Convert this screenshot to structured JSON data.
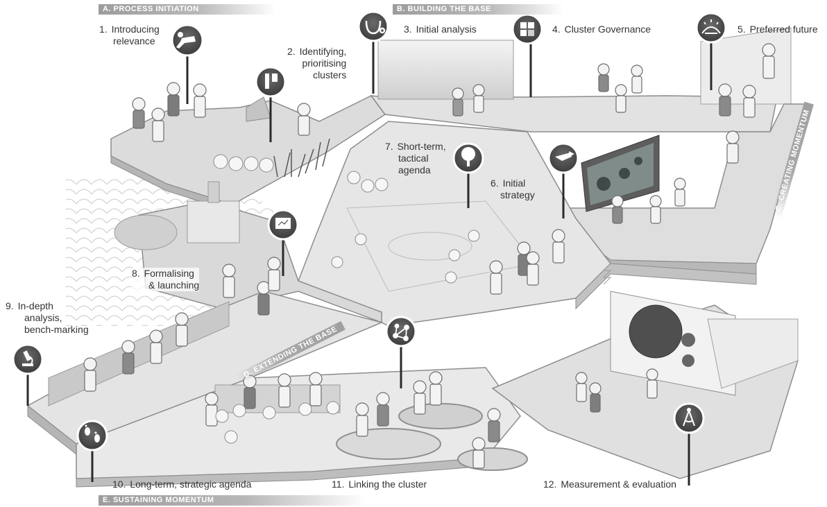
{
  "phases": {
    "a": "A. PROCESS INITIATION",
    "b": "B. BUILDING THE BASE",
    "c": "C. CREATING MOMENTUM",
    "d": "D. EXTENDING THE BASE",
    "e": "E. SUSTAINING MOMENTUM"
  },
  "steps": [
    {
      "number": "1.",
      "lines": [
        "Introducing",
        "relevance"
      ],
      "icon": "crawling-figure-icon"
    },
    {
      "number": "2.",
      "lines": [
        "Identifying,",
        "prioritising",
        "clusters"
      ],
      "icon": "plant-selection-icon"
    },
    {
      "number": "3.",
      "lines": [
        "Initial analysis"
      ],
      "icon": "stethoscope-icon"
    },
    {
      "number": "4.",
      "lines": [
        "Cluster Governance"
      ],
      "icon": "puzzle-icon"
    },
    {
      "number": "5.",
      "lines": [
        "Preferred future"
      ],
      "icon": "sunrise-icon"
    },
    {
      "number": "6.",
      "lines": [
        "Initial",
        "strategy"
      ],
      "icon": "board-arrow-icon"
    },
    {
      "number": "7.",
      "lines": [
        "Short-term,",
        "tactical",
        "agenda"
      ],
      "icon": "tree-icon"
    },
    {
      "number": "8.",
      "lines": [
        "Formalising",
        "& launching"
      ],
      "icon": "presentation-board-icon"
    },
    {
      "number": "9.",
      "lines": [
        "In-depth",
        "analysis,",
        "bench-marking"
      ],
      "icon": "microscope-icon"
    },
    {
      "number": "10.",
      "lines": [
        "Long-term, strategic agenda"
      ],
      "icon": "footprints-icon"
    },
    {
      "number": "11.",
      "lines": [
        "Linking the cluster"
      ],
      "icon": "network-icon"
    },
    {
      "number": "12.",
      "lines": [
        "Measurement & evaluation"
      ],
      "icon": "compass-icon"
    }
  ]
}
